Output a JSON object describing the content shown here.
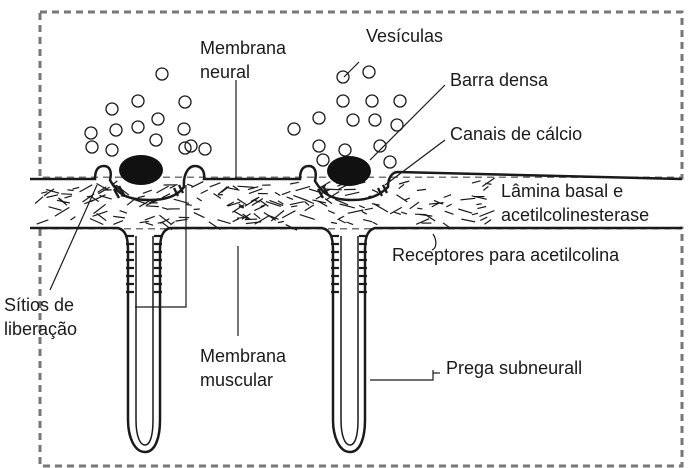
{
  "labels": {
    "vesiculas": "Vesículas",
    "membrana_neural_1": "Membrana",
    "membrana_neural_2": "neural",
    "barra_densa": "Barra densa",
    "canais_calcio": "Canais de cálcio",
    "lamina_basal_1": "Lâmina basal e",
    "lamina_basal_2": "acetilcolinesterase",
    "receptores": "Receptores para acetilcolina",
    "sitios_1": "Sítios de",
    "sitios_2": "liberação",
    "membrana_muscular_1": "Membrana",
    "membrana_muscular_2": "muscular",
    "prega": "Prega subneurall"
  },
  "colors": {
    "ink": "#1a1a1a",
    "border": "#777777",
    "background": "#ffffff"
  }
}
